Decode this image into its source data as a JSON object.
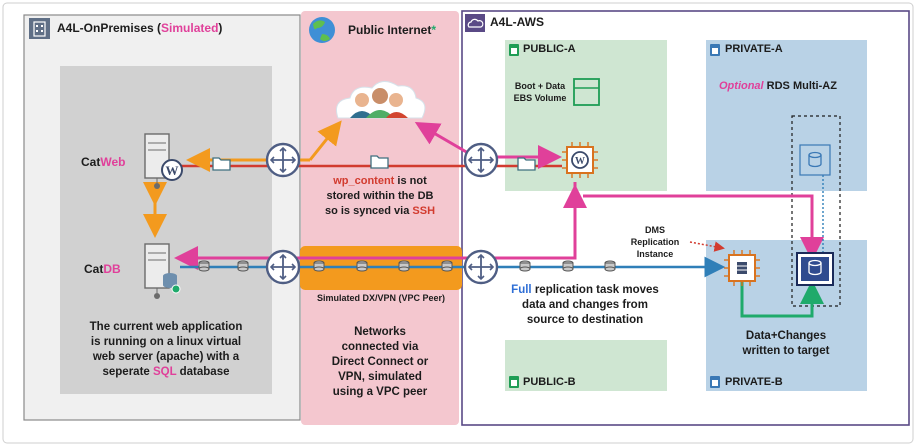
{
  "regions": {
    "onprem": {
      "title": "A4L-OnPremises",
      "suffix": "Simulated"
    },
    "internet": {
      "title": "Public Internet",
      "asterisk": "*"
    },
    "aws": {
      "title": "A4L-AWS"
    },
    "public_a": {
      "title": "PUBLIC-A"
    },
    "private_a": {
      "title": "PRIVATE-A"
    },
    "public_b": {
      "title": "PUBLIC-B"
    },
    "private_b": {
      "title": "PRIVATE-B"
    }
  },
  "servers": {
    "catweb": {
      "prefix": "Cat",
      "suffix": "Web"
    },
    "catdb": {
      "prefix": "Cat",
      "suffix": "DB"
    }
  },
  "labels": {
    "boot_volume_line1": "Boot + Data",
    "boot_volume_line2": "EBS Volume",
    "rds_optional": "Optional",
    "rds_text": "RDS Multi-AZ",
    "dms_line1": "DMS",
    "dms_line2": "Replication",
    "dms_line3": "Instance",
    "dx_vpn": "Simulated DX/VPN (VPC Peer)",
    "wp_content_highlight": "wp_content",
    "wp_content_mid": " is not",
    "wp_content_line2": "stored within the DB",
    "wp_content_line3_pre": "so is synced via ",
    "wp_content_ssh": "SSH",
    "networks_line1": "Networks",
    "networks_line2": "connected via",
    "networks_line3": "Direct Connect or",
    "networks_line4": "VPN, simulated",
    "networks_line5": "using a VPC peer",
    "full_highlight": "Full",
    "full_line1_rest": " replication task moves",
    "full_line2": "data and changes from",
    "full_line3": "source to destination",
    "data_changes_line1": "Data+Changes",
    "data_changes_line2": "written to target",
    "onprem_line1": "The current web application",
    "onprem_line2": "is running on a linux virtual",
    "onprem_line3": "web server (apache) with a",
    "onprem_line4_pre": "seperate ",
    "onprem_sql": "SQL",
    "onprem_line4_post": " database"
  },
  "colors": {
    "onprem_fill": "#f0f0f0",
    "server_zone_fill": "#d1d1d1",
    "internet_fill": "#f4c7cf",
    "public_fill": "#cfe6d2",
    "private_fill": "#b9d2e6",
    "aws_border": "#5a4a86",
    "pink": "#e0409a",
    "orange": "#f39a1e",
    "blue_line": "#2f7fb8",
    "green_arrow": "#1faa6b",
    "red_line": "#d23b2f"
  },
  "icons": {
    "building": "building-icon",
    "globe": "globe-icon",
    "cloud": "cloud-icon",
    "lock": "lock-icon",
    "server": "server-icon",
    "wordpress": "wordpress-icon",
    "database": "database-icon",
    "router": "router-icon",
    "ebs": "ebs-volume-icon",
    "ec2": "ec2-chip-icon",
    "rds": "rds-icon",
    "users": "users-cloud-icon",
    "folder": "folder-icon"
  }
}
